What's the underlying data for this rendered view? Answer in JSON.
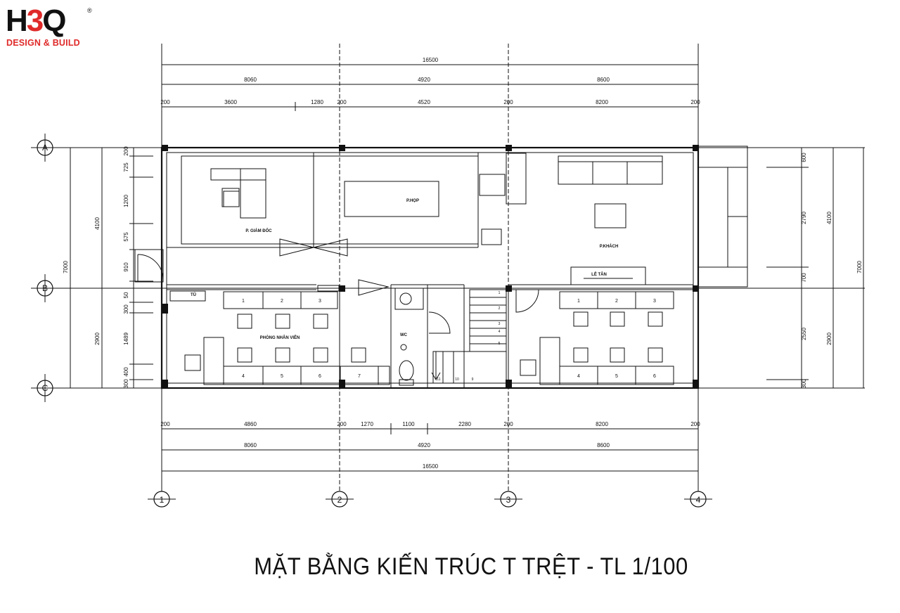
{
  "logo": {
    "mark_black_1": "H",
    "mark_red": "3",
    "mark_black_2": "Q",
    "registered": "®",
    "subtitle": "DESIGN & BUILD"
  },
  "title": "MẶT BẰNG KIẾN TRÚC T TRỆT - TL 1/100",
  "grid_axes": {
    "rows": [
      "A",
      "B",
      "C"
    ],
    "columns": [
      "1",
      "2",
      "3",
      "4"
    ]
  },
  "dimensions": {
    "top_total": "16500",
    "top_bays": [
      "8060",
      "4920",
      "8600"
    ],
    "top_details": [
      "200",
      "3600",
      "1280",
      "200",
      "4520",
      "200",
      "8200",
      "200"
    ],
    "bottom_details": [
      "200",
      "4860",
      "200",
      "1270",
      "1100",
      "2280",
      "200",
      "8200",
      "200"
    ],
    "bottom_bays": [
      "8060",
      "4920",
      "8600"
    ],
    "bottom_total": "16500",
    "left_details": [
      "200",
      "725",
      "1200",
      "575",
      "910",
      "50",
      "300",
      "1489",
      "400",
      "300"
    ],
    "left_bays": [
      "4100",
      "2900"
    ],
    "left_total": "7000",
    "right_details": [
      "600",
      "2790",
      "700",
      "2550",
      "300"
    ],
    "right_bays": [
      "4100",
      "2900"
    ],
    "right_total": "7000"
  },
  "rooms": {
    "director": "P. GIÁM ĐỐC",
    "meeting": "P.HỌP",
    "guest": "P.KHÁCH",
    "staff": "PHÒNG NHÂN VIÊN",
    "wc": "WC",
    "reception": "LỄ TÂN",
    "fridge_label": "TỦ"
  },
  "desk_numbers_left": [
    "1",
    "2",
    "3",
    "4",
    "5",
    "6",
    "7"
  ],
  "desk_numbers_right": [
    "1",
    "2",
    "3",
    "4",
    "5",
    "6"
  ],
  "stair_numbers": [
    "1",
    "2",
    "3",
    "4",
    "5",
    "11",
    "10",
    "9"
  ]
}
